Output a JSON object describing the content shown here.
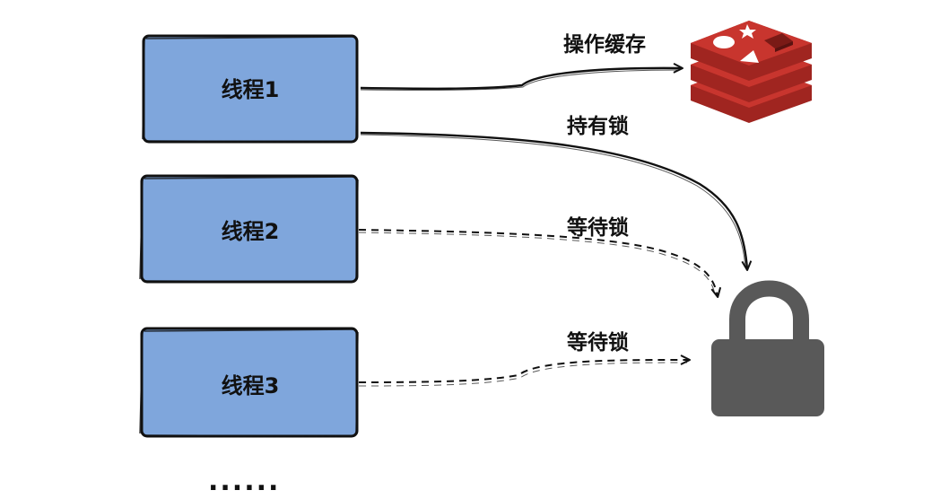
{
  "nodes": [
    {
      "id": "thread-1",
      "label": "线程1"
    },
    {
      "id": "thread-2",
      "label": "线程2"
    },
    {
      "id": "thread-3",
      "label": "线程3"
    }
  ],
  "edges": [
    {
      "from": "thread-1",
      "to": "cache",
      "label": "操作缓存",
      "style": "solid"
    },
    {
      "from": "thread-1",
      "to": "lock",
      "label": "持有锁",
      "style": "solid"
    },
    {
      "from": "thread-2",
      "to": "lock",
      "label": "等待锁",
      "style": "dashed"
    },
    {
      "from": "thread-3",
      "to": "lock",
      "label": "等待锁",
      "style": "dashed"
    }
  ],
  "more_indicator": "......",
  "colors": {
    "thread_fill": "#7fa6dc",
    "thread_stroke": "#111111",
    "cache_top": "#c8352e",
    "cache_side": "#a02520",
    "cache_dark": "#7a1a16",
    "lock_body": "#595959",
    "line": "#111111"
  },
  "icons": {
    "cache": "redis-logo-icon",
    "lock": "padlock-icon"
  }
}
